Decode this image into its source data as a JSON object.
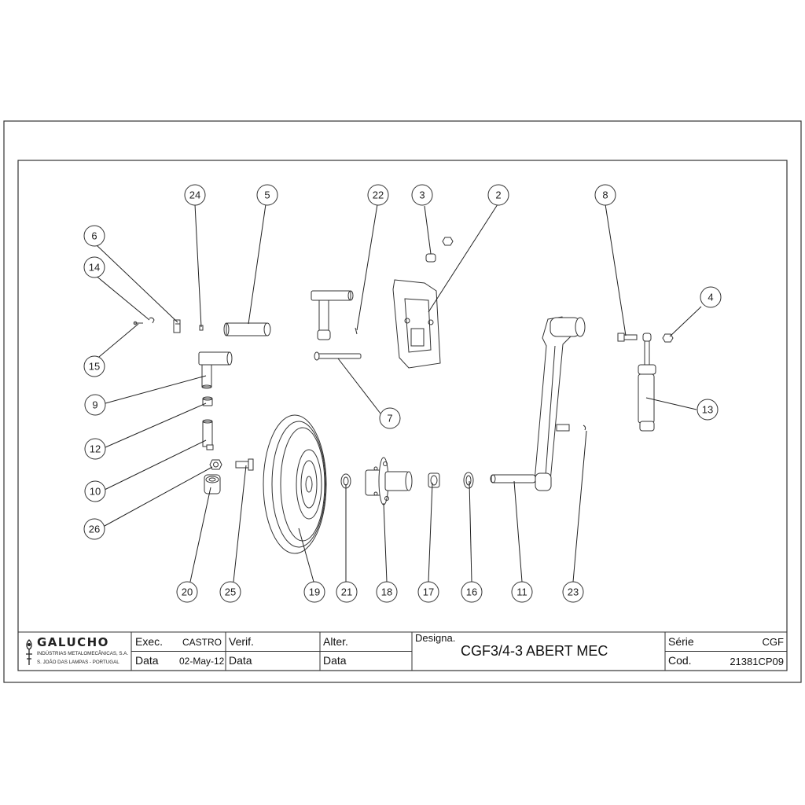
{
  "title_block": {
    "company": {
      "name": "GALUCHO",
      "subtitle": "INDÚSTRIAS METALOMECÂNICAS, S.A.",
      "address": "S. JOÃO DAS LAMPAS - PORTUGAL"
    },
    "exec_label": "Exec.",
    "exec_value": "CASTRO",
    "data_label_1": "Data",
    "data_value_1": "02-May-12",
    "verif_label": "Verif.",
    "data_label_2": "Data",
    "alter_label": "Alter.",
    "data_label_3": "Data",
    "designa_label": "Designa.",
    "designa_value": "CGF3/4-3 ABERT MEC",
    "serie_label": "Série",
    "serie_value": "CGF",
    "cod_label": "Cod.",
    "cod_value": "21381CP09"
  },
  "balloons": [
    {
      "id": "b24",
      "label": "24"
    },
    {
      "id": "b5",
      "label": "5"
    },
    {
      "id": "b22",
      "label": "22"
    },
    {
      "id": "b3",
      "label": "3"
    },
    {
      "id": "b2",
      "label": "2"
    },
    {
      "id": "b8",
      "label": "8"
    },
    {
      "id": "b6",
      "label": "6"
    },
    {
      "id": "b14",
      "label": "14"
    },
    {
      "id": "b4",
      "label": "4"
    },
    {
      "id": "b15",
      "label": "15"
    },
    {
      "id": "b9",
      "label": "9"
    },
    {
      "id": "b13",
      "label": "13"
    },
    {
      "id": "b7",
      "label": "7"
    },
    {
      "id": "b12",
      "label": "12"
    },
    {
      "id": "b10",
      "label": "10"
    },
    {
      "id": "b26",
      "label": "26"
    },
    {
      "id": "b20",
      "label": "20"
    },
    {
      "id": "b25",
      "label": "25"
    },
    {
      "id": "b19",
      "label": "19"
    },
    {
      "id": "b21",
      "label": "21"
    },
    {
      "id": "b18",
      "label": "18"
    },
    {
      "id": "b17",
      "label": "17"
    },
    {
      "id": "b16",
      "label": "16"
    },
    {
      "id": "b11",
      "label": "11"
    },
    {
      "id": "b23",
      "label": "23"
    }
  ]
}
